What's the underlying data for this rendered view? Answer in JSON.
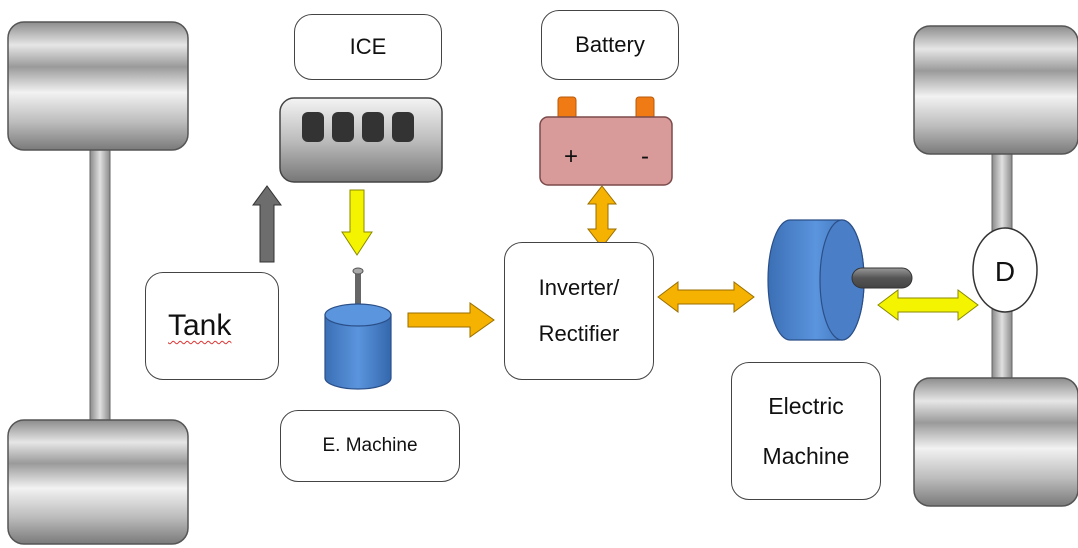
{
  "labels": {
    "ice": "ICE",
    "battery": "Battery",
    "tank": "Tank",
    "inverter_line1": "Inverter/",
    "inverter_line2": "Rectifier",
    "e_machine": "E. Machine",
    "electric_line1": "Electric",
    "electric_line2": "Machine",
    "battery_plus": "+",
    "battery_minus": "-",
    "differential": "D"
  },
  "colors": {
    "arrow_orange": "#f5b200",
    "arrow_yellow": "#f4f400",
    "arrow_gray": "#6d6d6d",
    "motor_blue": "#4a7fc8",
    "battery_body": "#d99a9a",
    "battery_terminal": "#f07a14"
  }
}
